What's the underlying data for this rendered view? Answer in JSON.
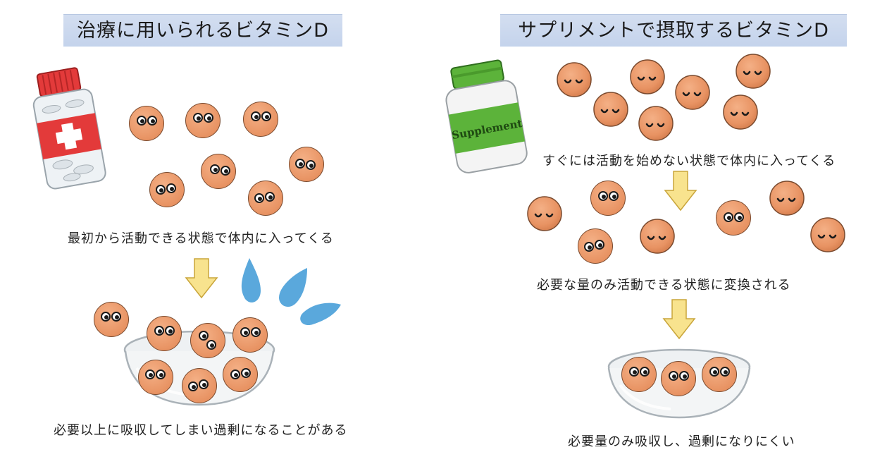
{
  "left": {
    "title": "治療に用いられるビタミンD",
    "caption_top": "最初から活動できる状態で体内に入ってくる",
    "caption_bottom": "必要以上に吸収してしまい過剰になることがある"
  },
  "right": {
    "title": "サプリメントで摂取するビタミンD",
    "caption_1": "すぐには活動を始めない状態で体内に入ってくる",
    "caption_2": "必要な量のみ活動できる状態に変換される",
    "caption_3": "必要量のみ吸収し、過剰になりにくい",
    "bottle_label": "Supplement"
  },
  "colors": {
    "title_bg": "#c8d6ee",
    "ball": "#e89363",
    "arrow": "#f8e38e",
    "drop": "#5aa8dc",
    "medicine_red": "#e33a3a",
    "supplement_green": "#5cb33a"
  },
  "icons": [
    "medicine-bottle-icon",
    "supplement-bottle-icon",
    "down-arrow-icon",
    "water-drop-icon",
    "glass-bowl-icon"
  ]
}
